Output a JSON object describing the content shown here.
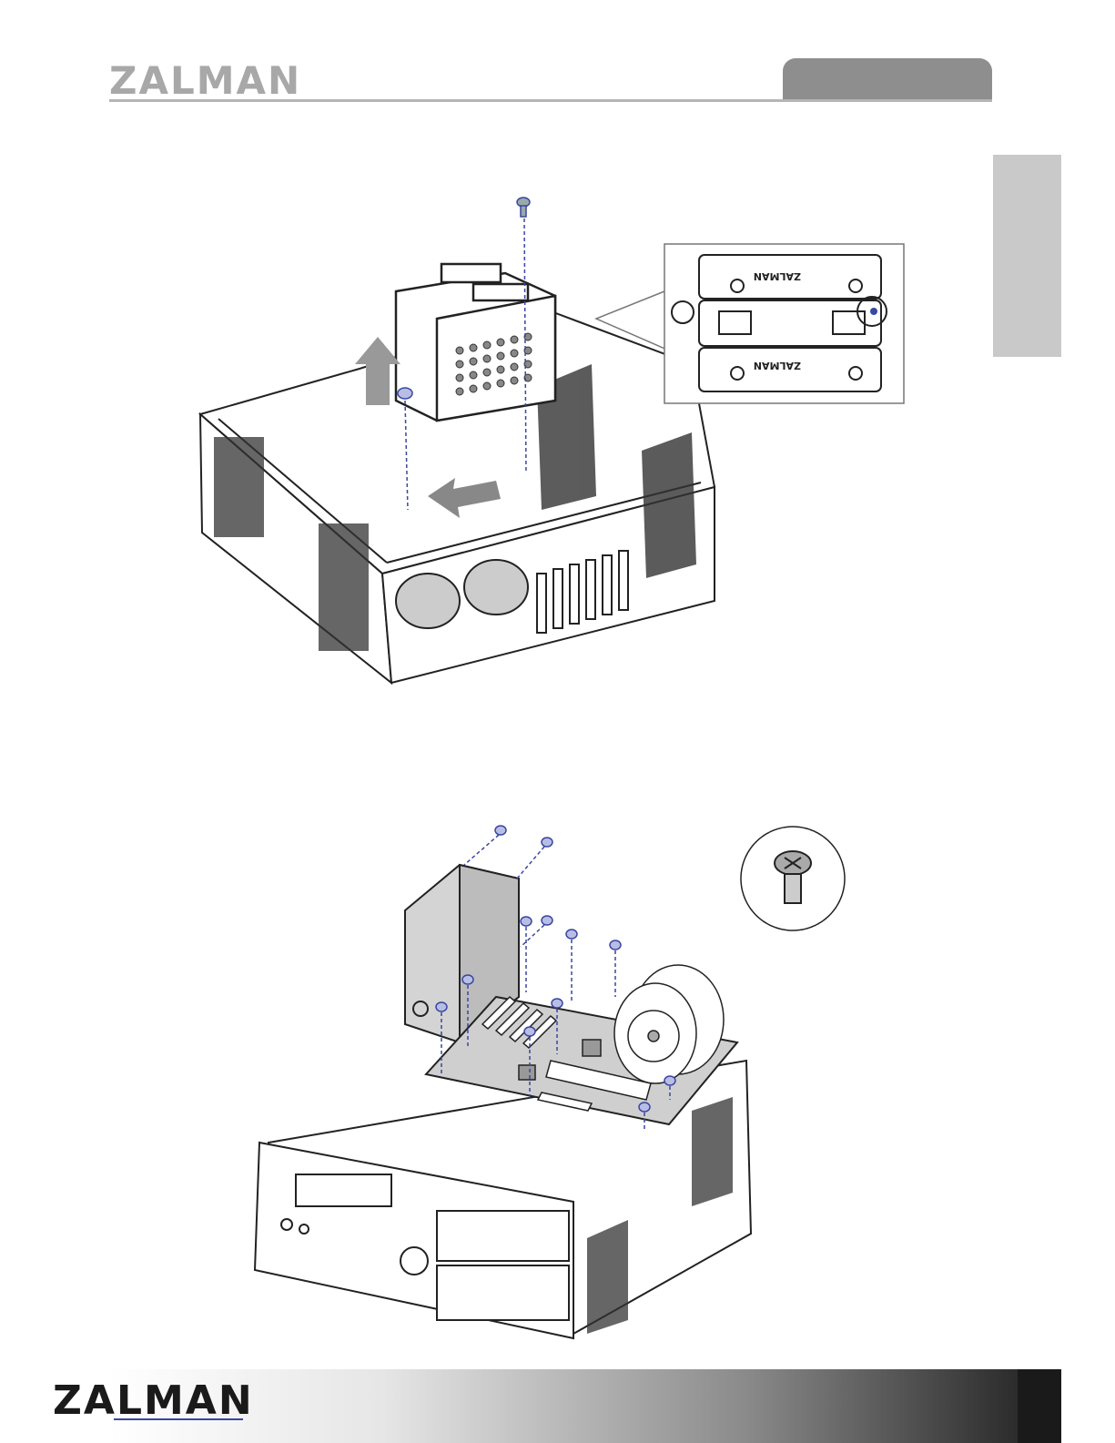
{
  "header": {
    "brand": "ZALMAN"
  },
  "footer": {
    "brand": "ZALMAN"
  },
  "figure_top": {
    "callout_brand": "ZALMAN"
  },
  "colors": {
    "accent_blue": "#3a47a0",
    "header_gray": "#8e8e8e",
    "side_tab_gray": "#c9c9c9",
    "logo_gray": "#a8a8a8"
  }
}
